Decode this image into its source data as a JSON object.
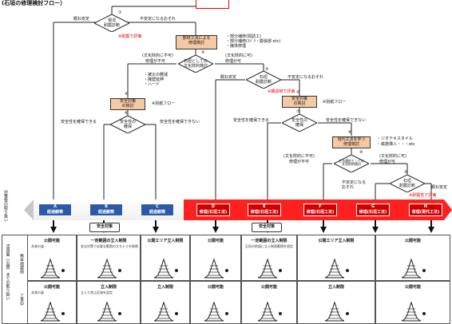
{
  "header": {
    "title": "(石垣の修理検討フロー）"
  },
  "top_node": {
    "label": ""
  },
  "d1": {
    "num": "①",
    "label": "現況\n耐震診断",
    "left": "概ね安定",
    "right": "不安定になるおそれ",
    "note": "※耐震で評価"
  },
  "b1": {
    "title": "部材工法による\n修理検討",
    "notes": [
      "・部分補修(間詰工)",
      "・部分補修(ｽﾍﾞﾘ・膨張部 etc)",
      "・擁体修理"
    ]
  },
  "d2": {
    "num": "②",
    "label": "石垣としての\n文化財的検討",
    "left_top": "(文化財的に不可)",
    "left": "修理が不可",
    "right_top": "(文化財的に可)",
    "right": "修理が可"
  },
  "d3": {
    "num": "③",
    "label": "石垣\n耐震診断",
    "left": "概ね安定",
    "right": "不安定になるおそれ",
    "note": "※構造物で評価"
  },
  "notes_mid": [
    "・被災の軽減",
    "・擁壁延伸",
    "・ハード"
  ],
  "b4": {
    "num": "④",
    "title": "安全対策\nの検討",
    "side": "※別紙フロー"
  },
  "b5": {
    "num": "⑤",
    "title": "安全対策\nの検討",
    "side": "※別紙フロー"
  },
  "d4": {
    "num": "⑥",
    "label": "安全性の\n確保",
    "left": "安全性を確保できる",
    "right": "安全性を確保できない"
  },
  "d5": {
    "num": "⑦",
    "label": "安全性の\n確保",
    "left": "安全性を確保できる",
    "right": "安全性を確保できない"
  },
  "b6": {
    "num": "⑧",
    "title": "現代工法を伴う\n修理検討",
    "notes": [
      "・ジオテキスタイル",
      "・鉄筋挿入・・・etc"
    ]
  },
  "d6": {
    "num": "⑨",
    "label": "工法選択としての\n文化財的検討",
    "left_top": "(文化財的に不可)",
    "left": "修理が不可",
    "right_top": "(文化財的に可)",
    "right": "修理が可"
  },
  "d7": {
    "num": "⑩",
    "label": "石垣\n耐震診断",
    "left": "不安定になる\nおそれ",
    "right": "概ね安定",
    "note": "※耐震性で評価"
  },
  "side_label": "対策毎の取り扱い",
  "options": [
    {
      "letter": "A",
      "name": "経過観察"
    },
    {
      "letter": "B",
      "name": "経過観察"
    },
    {
      "letter": "C",
      "name": "経過観察"
    },
    {
      "letter": "D",
      "name": "修理(石垣工法)"
    },
    {
      "letter": "E",
      "name": "修理(石垣工法)"
    },
    {
      "letter": "F",
      "name": "修理(石垣工法)"
    },
    {
      "letter": "G",
      "name": "修理(石垣工法)"
    },
    {
      "letter": "H",
      "name": "修理(現代工法)"
    }
  ],
  "safety_tags": [
    "安全対策",
    "安全対策"
  ],
  "row_labels": {
    "group": "活用面（公開）までの取り扱い",
    "row1": "熊本地震前",
    "row2": "工事中"
  },
  "row1": [
    {
      "title": "公開可能",
      "note": "本来の姿"
    },
    {
      "title": "一定範囲の立入制限",
      "note": "安全対策で必要な範囲の立ち入りを制限"
    },
    {
      "title": "公開エリア立入制限",
      "note": ""
    },
    {
      "title": "公開可能",
      "note": ""
    },
    {
      "title": "一定範囲の立入制限",
      "note": "石垣の前面に立入制限範囲を設定"
    },
    {
      "title": "公開エリア立入制限",
      "note": ""
    },
    {
      "title": "公開可能",
      "note": ""
    }
  ],
  "row2": [
    {
      "title": "公開可能",
      "note": "本来の姿"
    },
    {
      "title": "立入制限",
      "note": "立入り禁止区域を設定"
    },
    {
      "title": "立入制限",
      "note": ""
    },
    {
      "title": "公開可能",
      "note": ""
    },
    {
      "title": "公開可能",
      "note": ""
    },
    {
      "title": "立入制限",
      "note": ""
    },
    {
      "title": "公開可能",
      "note": ""
    }
  ],
  "colors": {
    "peach": "#f6c9a5",
    "blue": "#2d5aa6",
    "red": "#d00000",
    "band_red": "#ff2020"
  }
}
